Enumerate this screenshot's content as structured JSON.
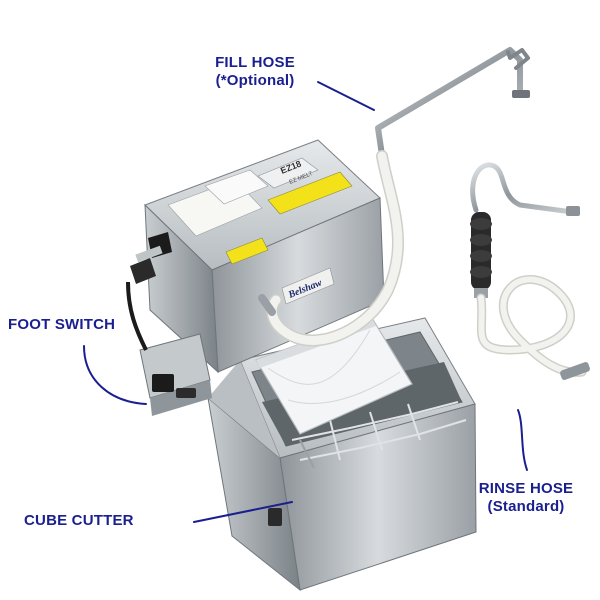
{
  "labels": {
    "fill_hose": {
      "line1": "FILL HOSE",
      "line2": "(*Optional)"
    },
    "foot_switch": {
      "line1": "FOOT SWITCH"
    },
    "rinse_hose": {
      "line1": "RINSE HOSE",
      "line2": "(Standard)"
    },
    "cube_cutter": {
      "line1": "CUBE CUTTER"
    }
  },
  "product": {
    "model_text": "EZ18",
    "model_sub": "EZ MELT",
    "brand_text": "Belshaw"
  },
  "colors": {
    "label_text": "#1a1f8f",
    "leader_line": "#1a1f8f",
    "steel_light": "#d9dde0",
    "steel_mid": "#a9b0b5",
    "steel_dark": "#6f767b",
    "hose_white": "#f2f2ee",
    "warning_yellow": "#f3e21a",
    "handle_black": "#1b1b1b"
  }
}
